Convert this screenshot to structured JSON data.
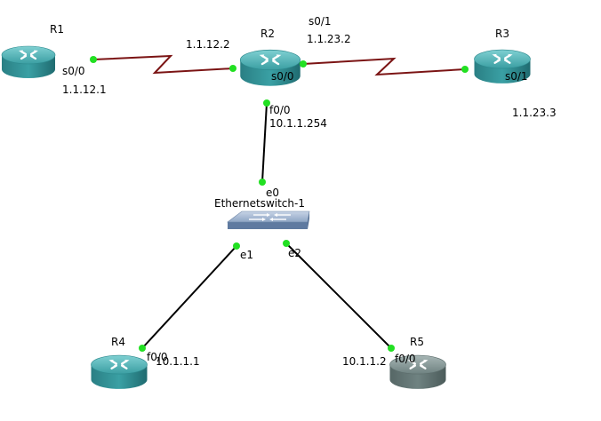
{
  "colors": {
    "serial_link": "#7b1414",
    "ethernet_link": "#000000",
    "port_dot": "#22e022",
    "router_body": "#3b9ea2",
    "router_down": "#6c7f7e",
    "switch_body": "#8fa6c4"
  },
  "devices": {
    "r1": {
      "name": "R1",
      "icon": "router-icon"
    },
    "r2": {
      "name": "R2",
      "icon": "router-icon"
    },
    "r3": {
      "name": "R3",
      "icon": "router-icon"
    },
    "r4": {
      "name": "R4",
      "icon": "router-icon"
    },
    "r5": {
      "name": "R5",
      "icon": "router-icon",
      "state": "down"
    },
    "sw1": {
      "name": "Ethernetswitch-1",
      "icon": "switch-icon"
    }
  },
  "links": {
    "r1_r2": {
      "type": "serial",
      "r1_port": "s0/0",
      "r1_ip": "1.1.12.1",
      "r2_port": "s0/0",
      "r2_ip": "1.1.12.2"
    },
    "r2_r3": {
      "type": "serial",
      "r2_port": "s0/1",
      "r2_ip": "1.1.23.2",
      "r3_port": "s0/1",
      "r3_ip": "1.1.23.3"
    },
    "r2_sw": {
      "type": "ethernet",
      "r2_port": "f0/0",
      "r2_ip": "10.1.1.254",
      "sw_port": "e0"
    },
    "sw_r4": {
      "type": "ethernet",
      "sw_port": "e1",
      "r4_port": "f0/0",
      "r4_ip": "10.1.1.1"
    },
    "sw_r5": {
      "type": "ethernet",
      "sw_port": "e2",
      "r5_port": "f0/0",
      "r5_ip": "10.1.1.2"
    }
  }
}
